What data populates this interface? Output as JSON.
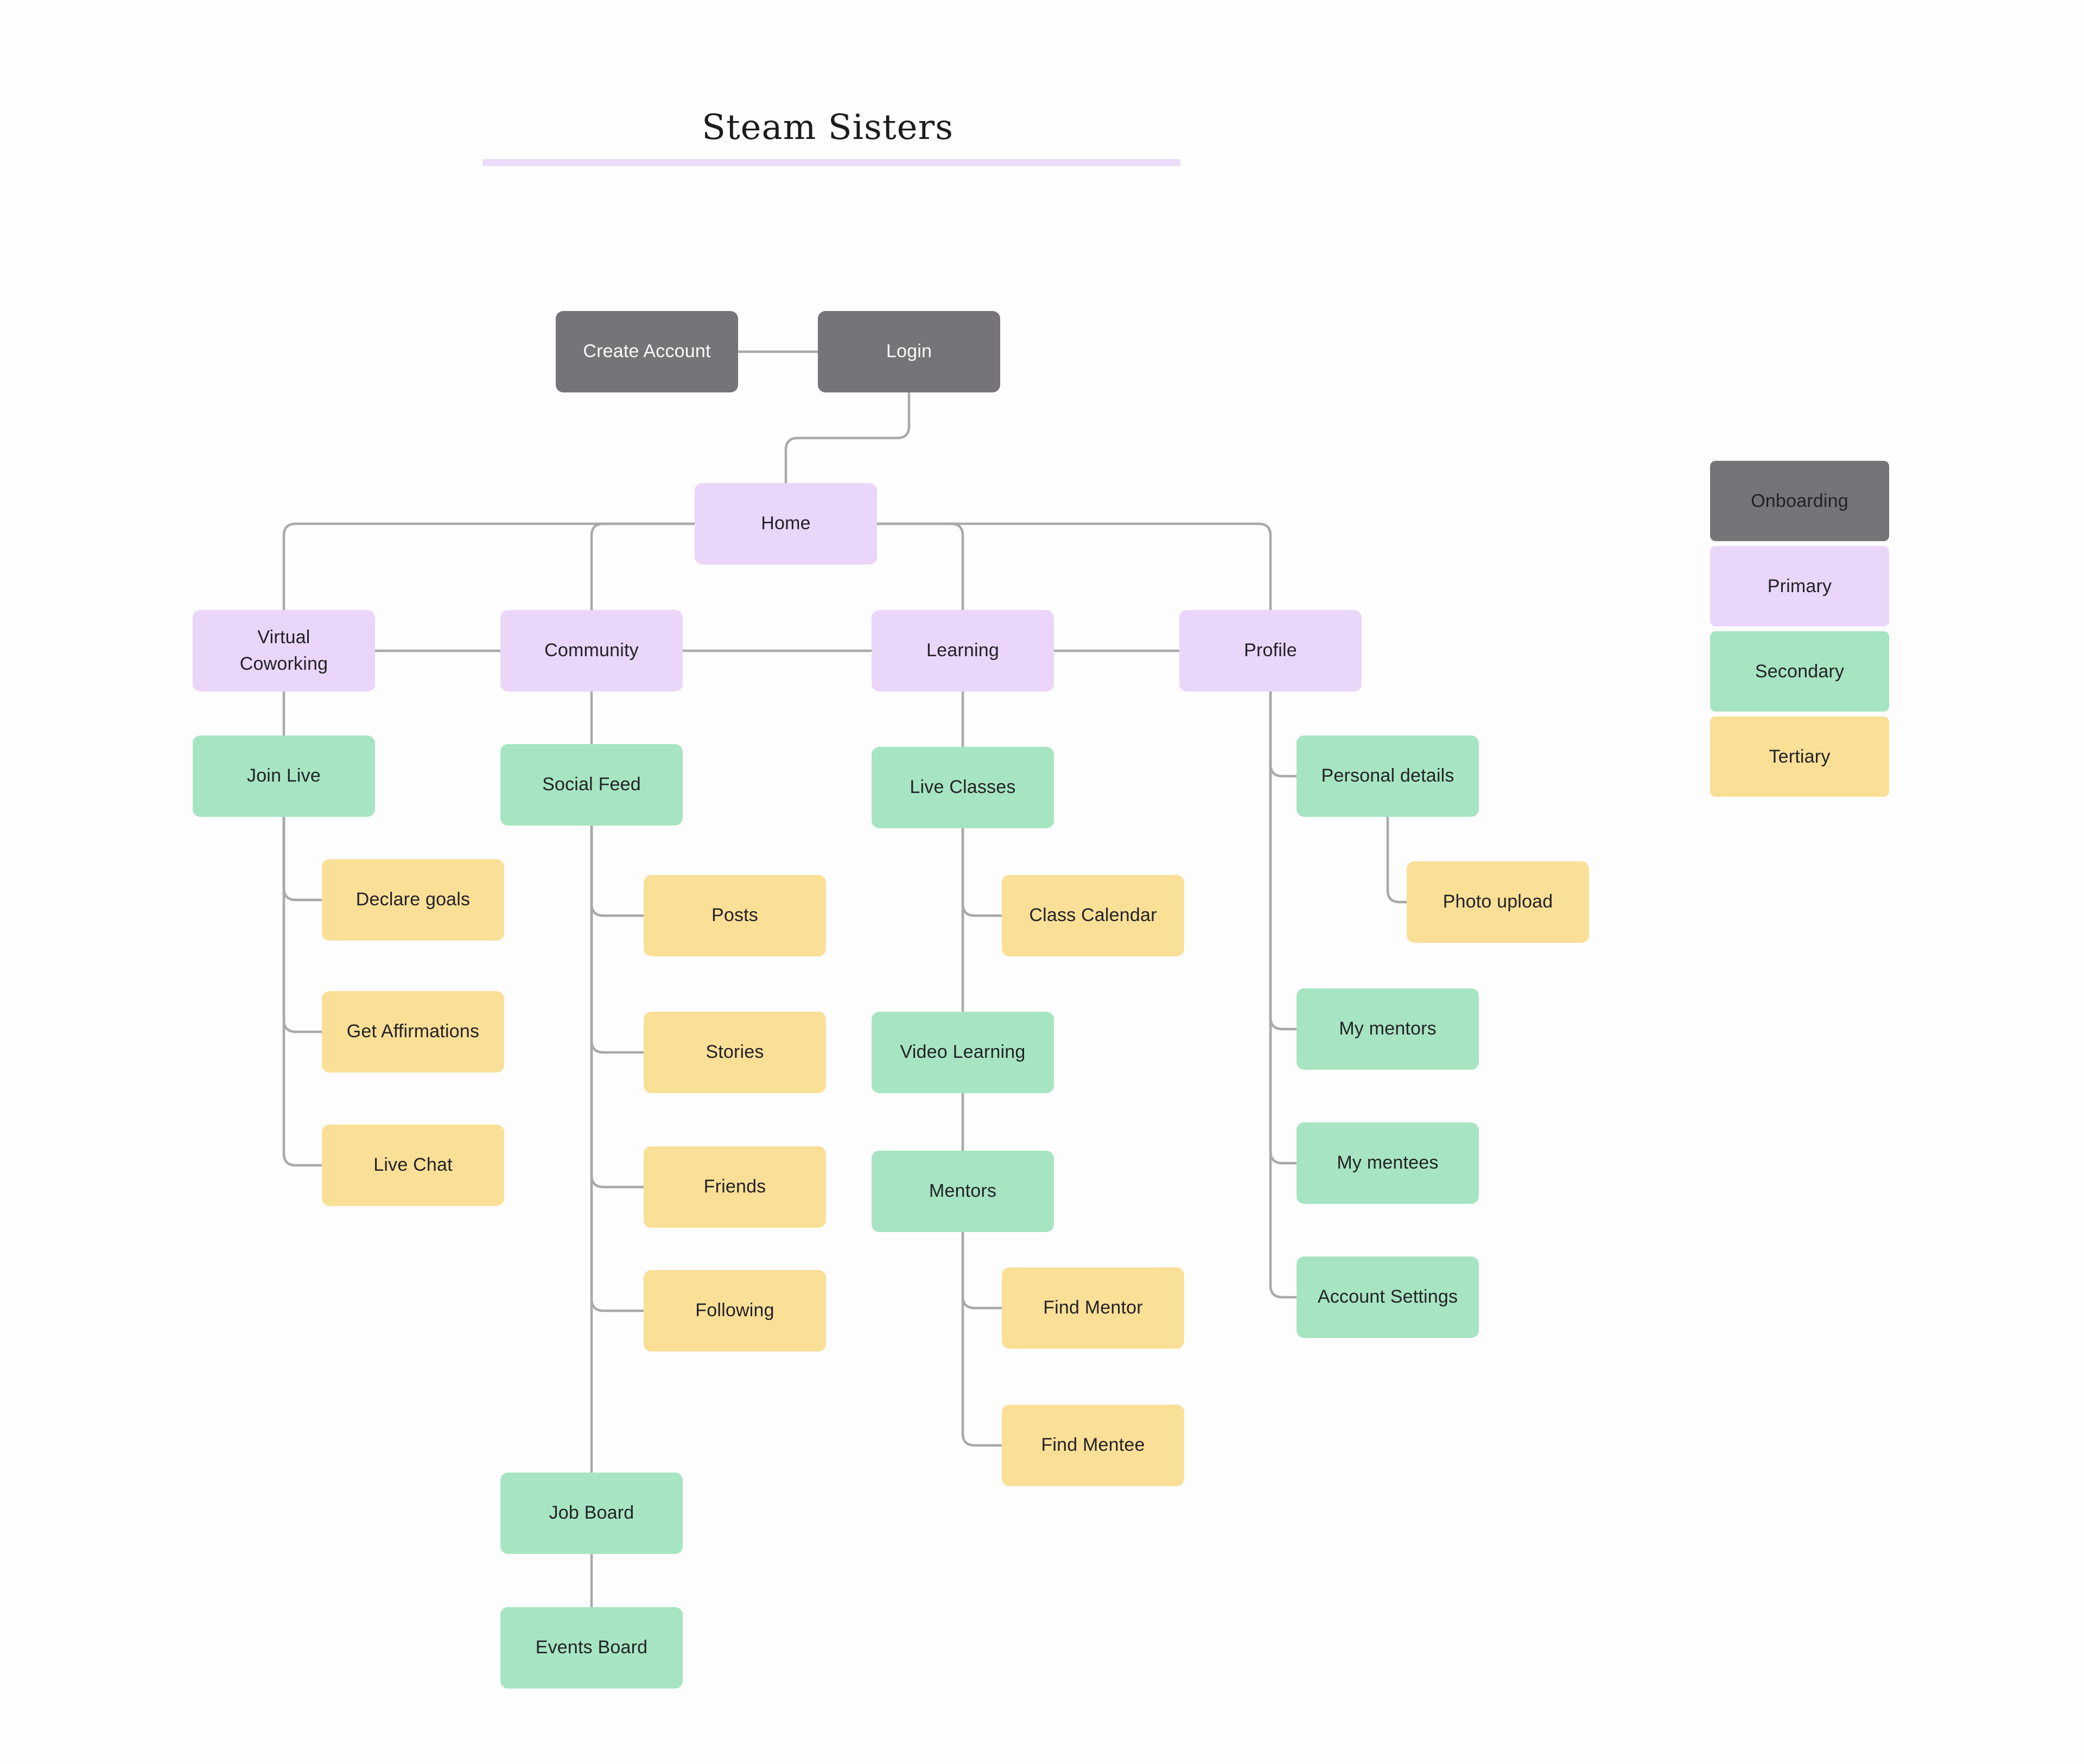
{
  "title": "Steam Sisters",
  "nodes": {
    "create_account": "Create Account",
    "login": "Login",
    "home": "Home",
    "virtual_coworking": "Virtual Coworking",
    "community": "Community",
    "learning": "Learning",
    "profile": "Profile",
    "join_live": "Join Live",
    "social_feed": "Social Feed",
    "live_classes": "Live Classes",
    "personal_details": "Personal details",
    "declare_goals": "Declare goals",
    "posts": "Posts",
    "class_calendar": "Class Calendar",
    "photo_upload": "Photo upload",
    "get_affirmations": "Get Affirmations",
    "stories": "Stories",
    "video_learning": "Video Learning",
    "my_mentors": "My mentors",
    "live_chat": "Live Chat",
    "friends": "Friends",
    "mentors": "Mentors",
    "my_mentees": "My mentees",
    "following": "Following",
    "find_mentor": "Find Mentor",
    "account_settings": "Account Settings",
    "find_mentee": "Find Mentee",
    "job_board": "Job Board",
    "events_board": "Events Board"
  },
  "legend": {
    "onboarding": "Onboarding",
    "primary": "Primary",
    "secondary": "Secondary",
    "tertiary": "Tertiary"
  },
  "colors": {
    "onboarding_fill": "#767478",
    "primary_fill": "#EAD6F8",
    "secondary_fill": "#A7E5C2",
    "tertiary_fill": "#FADF97",
    "connector": "#A9A9A9",
    "title_underline": "#ECDBF9",
    "background": "#FDFDFE"
  }
}
